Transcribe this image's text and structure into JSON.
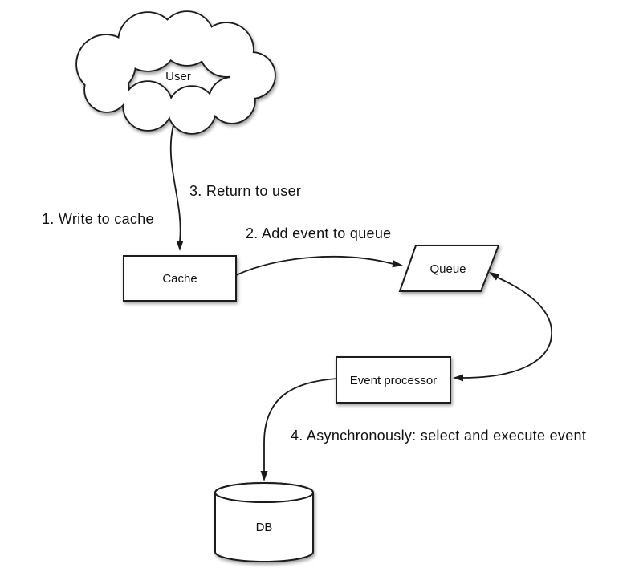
{
  "diagram": {
    "nodes": {
      "user": {
        "label": "User",
        "shape": "cloud"
      },
      "cache": {
        "label": "Cache",
        "shape": "rectangle"
      },
      "queue": {
        "label": "Queue",
        "shape": "parallelogram"
      },
      "event_processor": {
        "label": "Event processor",
        "shape": "rectangle"
      },
      "db": {
        "label": "DB",
        "shape": "cylinder"
      }
    },
    "annotations": {
      "step1": {
        "text": "1. Write to cache"
      },
      "step2": {
        "text": "2. Add event to queue"
      },
      "step3": {
        "text": "3. Return to user"
      },
      "step4": {
        "text": "4. Asynchronously: select and execute event"
      }
    },
    "edges": {
      "user_to_cache": {
        "from": "user",
        "to": "cache",
        "arrows": "end"
      },
      "cache_to_queue": {
        "from": "cache",
        "to": "queue",
        "arrows": "end"
      },
      "queue_event_processor": {
        "from": "queue",
        "to": "event_processor",
        "arrows": "both"
      },
      "event_processor_to_db": {
        "from": "event_processor",
        "to": "db",
        "arrows": "end"
      }
    },
    "colors": {
      "stroke": "#1a1a1a",
      "fill": "#ffffff",
      "text": "#111111",
      "background": "#ffffff"
    }
  }
}
